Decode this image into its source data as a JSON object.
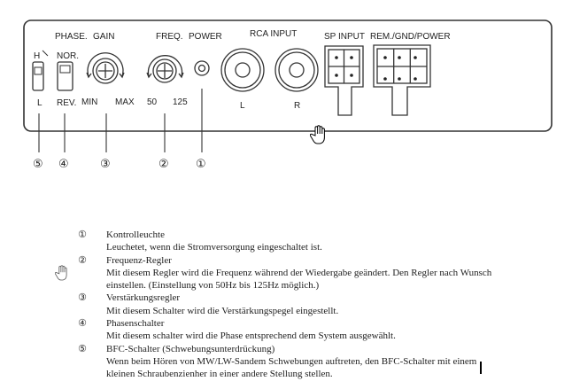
{
  "panel": {
    "labels": {
      "phase": "PHASE.",
      "gain": "GAIN",
      "freq": "FREQ.",
      "power": "POWER",
      "rca_input": "RCA  INPUT",
      "sp_input": "SP INPUT",
      "rem_gnd_power": "REM./GND/POWER",
      "bfc_high": "H",
      "bfc_low": "L",
      "phase_nor": "NOR.",
      "phase_rev": "REV.",
      "gain_min": "MIN",
      "gain_max": "MAX",
      "freq_min": "50",
      "freq_max": "125",
      "rca_l": "L",
      "rca_r": "R"
    },
    "callouts": [
      "⑤",
      "④",
      "③",
      "②",
      "①"
    ]
  },
  "legend": [
    {
      "number": "①",
      "title": "Kontrolleuchte",
      "description": "Leuchetet, wenn die Stromversorgung eingeschaltet ist."
    },
    {
      "number": "②",
      "title": "Frequenz-Regler",
      "description": "Mit diesem Regler wird die Frequenz während der Wiedergabe geändert. Den Regler nach Wunsch einstellen. (Einstellung von 50Hz bis 125Hz möglich.)"
    },
    {
      "number": "③",
      "title": "Verstärkungsregler",
      "description": "Mit diesem Schalter wird die Verstärkungspegel eingestellt."
    },
    {
      "number": "④",
      "title": "Phasenschalter",
      "description": "Mit diesem schalter wird die Phase entsprechend dem System ausgewählt."
    },
    {
      "number": "⑤",
      "title": "BFC-Schalter (Schwebungsunterdrückung)",
      "description": "Wenn beim Hören von MW/LW-Sandem Schwebungen auftreten, den BFC-Schalter mit einem  kleinen Schraubenzienher in einer andere Stellung stellen."
    }
  ]
}
